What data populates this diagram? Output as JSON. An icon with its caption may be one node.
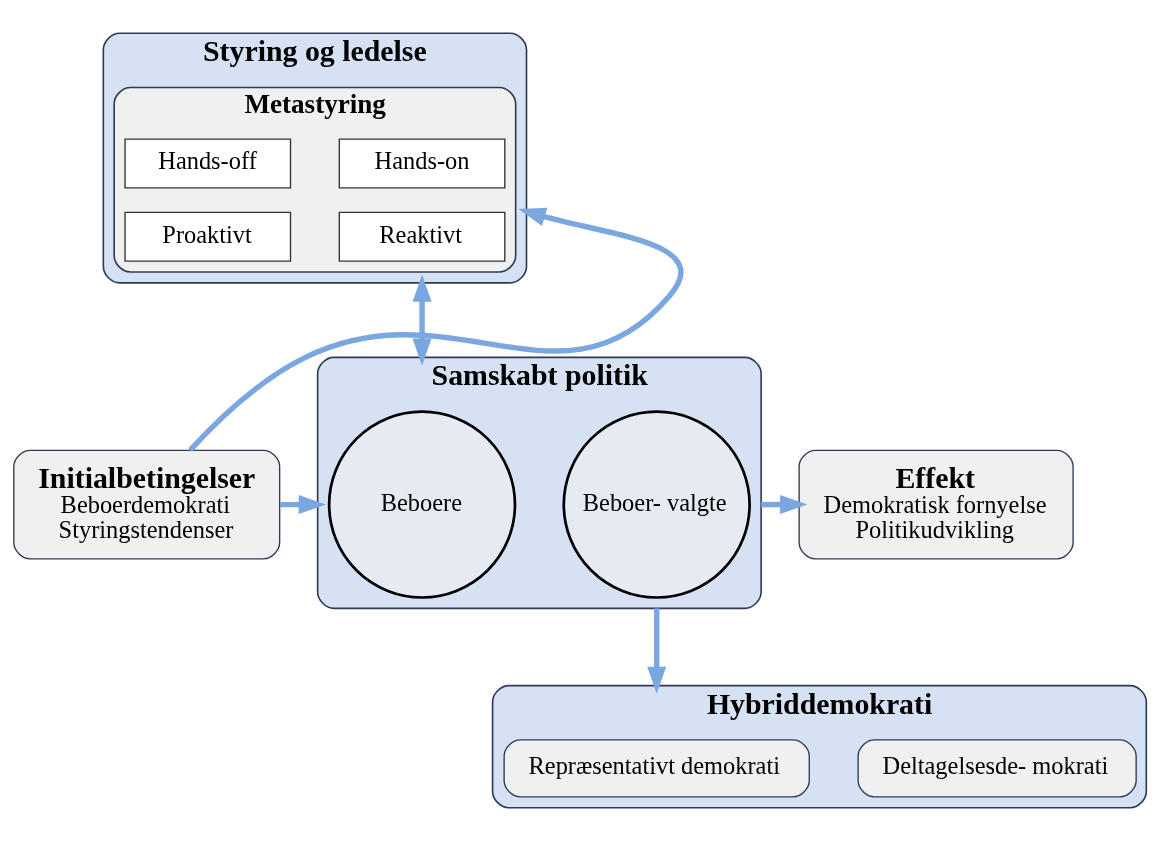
{
  "diagram": {
    "nodes": [
      {
        "text": [
          "Styring og ledelse"
        ]
      },
      {
        "text": [
          "Metastyring"
        ],
        "in": 0
      },
      {
        "text": [
          "Hands-off"
        ],
        "in": 1
      },
      {
        "text": [
          "Hands-on"
        ],
        "in": 1
      },
      {
        "text": [
          "Proaktivt"
        ],
        "in": 1
      },
      {
        "text": [
          "Reaktivt"
        ],
        "in": 1
      },
      {
        "text": [
          "Initialbetingelser",
          "Beboerdemokrati",
          "Styringstendenser"
        ]
      },
      {
        "text": [
          "Samskabt politik"
        ]
      },
      {
        "text": [
          "Beboere"
        ],
        "in": 7
      },
      {
        "text": [
          "Beboer- valgte"
        ],
        "in": 7
      },
      {
        "text": [
          "Effekt",
          "Demokratisk fornyelse",
          "Politikudvikling"
        ]
      },
      {
        "text": [
          "Hybriddemokrati"
        ]
      },
      {
        "text": [
          "Repræsentativt demokrati"
        ],
        "in": 11
      },
      {
        "text": [
          "Deltagelsesde- mokrati"
        ],
        "in": 11
      }
    ],
    "edges": [
      {
        "from": 6,
        "to": 0,
        "arrow": "to"
      },
      {
        "from": 6,
        "to": 7,
        "arrow": "to"
      },
      {
        "from": 0,
        "to": 7,
        "arrow": "both"
      },
      {
        "from": 7,
        "to": 10,
        "arrow": "to"
      },
      {
        "from": 7,
        "to": 11,
        "arrow": "to"
      }
    ]
  }
}
